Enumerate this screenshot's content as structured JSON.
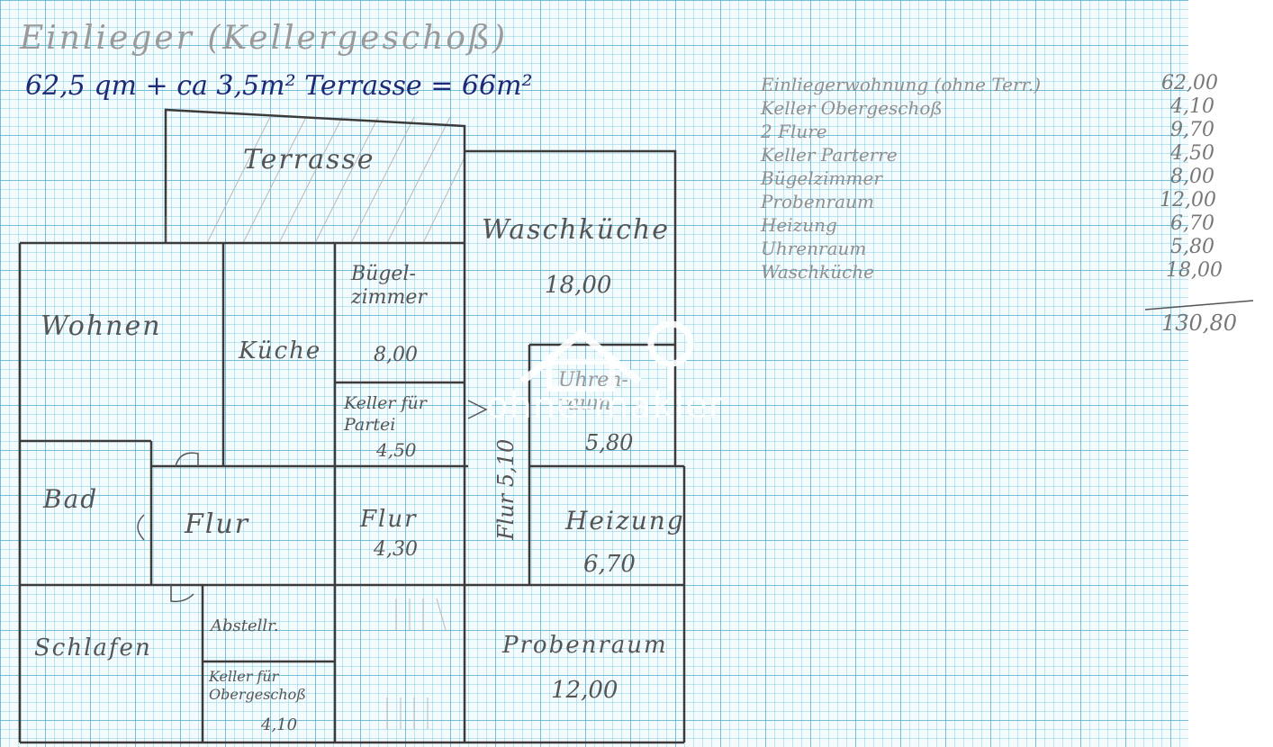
{
  "header": {
    "title": "Einlieger (Kellergeschoß)",
    "area_note": "62,5 qm + ca 3,5m² Terrasse = 66m²"
  },
  "rooms": {
    "terrasse": "Terrasse",
    "waschkueche": "Waschküche",
    "waschkueche_area": "18,00",
    "wohnen": "Wohnen",
    "kueche": "Küche",
    "buegelzimmer": "Bügel-\nzimmer",
    "buegelzimmer_area": "8,00",
    "keller_partei": "Keller für\nPartei",
    "keller_partei_area": "4,50",
    "uhrenraum": "Uhren-\nraum",
    "uhrenraum_area": "5,80",
    "flur_vertical": "Flur 5,10",
    "bad": "Bad",
    "flur": "Flur",
    "flur2": "Flur",
    "flur2_area": "4,30",
    "heizung": "Heizung",
    "heizung_area": "6,70",
    "schlafen": "Schlafen",
    "abstellraum": "Abstellr.",
    "keller_og": "Keller für\nObergeschoß",
    "keller_og_area": "4,10",
    "probenraum": "Probenraum",
    "probenraum_area": "12,00"
  },
  "area_list": {
    "items": [
      {
        "label": "Einliegerwohnung (ohne Terr.)",
        "value": "62,00"
      },
      {
        "label": "Keller Obergeschoß",
        "value": "4,10"
      },
      {
        "label": "2 Flure",
        "value": "9,70"
      },
      {
        "label": "Keller Parterre",
        "value": "4,50"
      },
      {
        "label": "Bügelzimmer",
        "value": "8,00"
      },
      {
        "label": "Probenraum",
        "value": "12,00"
      },
      {
        "label": "Heizung",
        "value": "6,70"
      },
      {
        "label": "Uhrenraum",
        "value": "5,80"
      },
      {
        "label": "Waschküche",
        "value": "18,00"
      }
    ],
    "total": "130,80"
  },
  "watermark": {
    "text": "ohne-makler",
    "icon": "house-tree-icon"
  },
  "colors": {
    "paper": "#f4fbfd",
    "grid": "#3ca0c8",
    "ink": "#3b3b3b",
    "blue_ink": "#1d2a78"
  }
}
